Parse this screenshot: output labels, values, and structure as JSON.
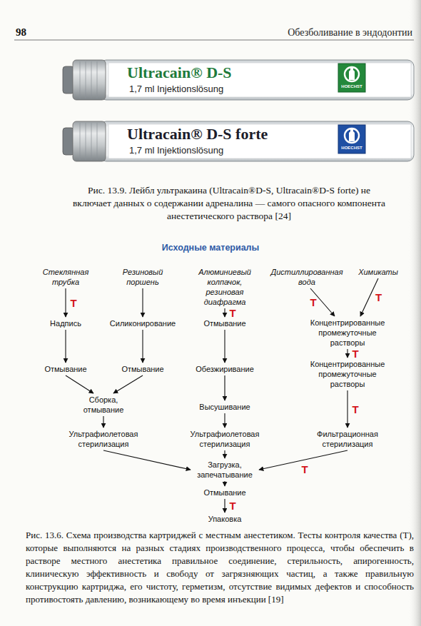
{
  "diagram": {
    "title": "Исходные материалы",
    "caption": "Рис. 13.6. Схема производства картриджей с местным анестетиком. Тесты контроля качества (Т), которые выполняются на разных стадиях производственного процесса, чтобы обеспечить в растворе местного анестетика правильное соединение, стерильность, апирогенность, клиническую эффективность и свободу от загрязняющих частиц, а также правильную конструкцию картриджа, его чистоту, герметизм, отсутствие видимых дефектов и способность противостоять давлению, возникающему во время инъекции [19]",
    "nodes": [
      {
        "text": [
          "Стеклянная трубка"
        ]
      },
      {
        "text": [
          "Резиновый поршень"
        ]
      },
      {
        "text": [
          "Алюминиевый колпачок, резиновая диафрагма"
        ]
      },
      {
        "text": [
          "Дистиллированная вода"
        ]
      },
      {
        "text": [
          "Химикаты"
        ]
      },
      {
        "text": [
          "Надпись"
        ]
      },
      {
        "text": [
          "Силиконирование"
        ]
      },
      {
        "text": [
          "Отмывание"
        ]
      },
      {
        "text": [
          "Концентрированные промежуточные растворы"
        ]
      },
      {
        "text": [
          "Отмывание"
        ]
      },
      {
        "text": [
          "Отмывание"
        ]
      },
      {
        "text": [
          "Обезжиривание"
        ]
      },
      {
        "text": [
          "Концентрированные промежуточные растворы"
        ]
      },
      {
        "text": [
          "Сборка, отмывание"
        ]
      },
      {
        "text": [
          "Высушивание"
        ]
      },
      {
        "text": [
          "Ультрафиолетовая стерилизация"
        ]
      },
      {
        "text": [
          "Ультрафиолетовая стерилизация"
        ]
      },
      {
        "text": [
          "Фильтрационная стерилизация"
        ]
      },
      {
        "text": [
          "Загрузка, запечатывание"
        ]
      },
      {
        "text": [
          "Отмывание"
        ]
      },
      {
        "text": [
          "Упаковка"
        ]
      }
    ],
    "edges": [
      {
        "from": 0,
        "to": 5,
        "arrow": "to",
        "label": "T"
      },
      {
        "from": 5,
        "to": 9,
        "arrow": "to"
      },
      {
        "from": 9,
        "to": 13,
        "arrow": "to"
      },
      {
        "from": 1,
        "to": 6,
        "arrow": "to"
      },
      {
        "from": 6,
        "to": 10,
        "arrow": "to"
      },
      {
        "from": 10,
        "to": 13,
        "arrow": "to"
      },
      {
        "from": 13,
        "to": 15,
        "arrow": "to"
      },
      {
        "from": 15,
        "to": 18,
        "arrow": "to"
      },
      {
        "from": 2,
        "to": 7,
        "arrow": "to",
        "label": "T"
      },
      {
        "from": 7,
        "to": 11,
        "arrow": "to"
      },
      {
        "from": 11,
        "to": 14,
        "arrow": "to"
      },
      {
        "from": 14,
        "to": 16,
        "arrow": "to"
      },
      {
        "from": 16,
        "to": 18,
        "arrow": "to"
      },
      {
        "from": 3,
        "to": 8,
        "arrow": "to",
        "label": "T"
      },
      {
        "from": 4,
        "to": 8,
        "arrow": "to",
        "label": "T"
      },
      {
        "from": 8,
        "to": 12,
        "arrow": "to",
        "label": "T"
      },
      {
        "from": 12,
        "to": 17,
        "arrow": "to",
        "label": "T"
      },
      {
        "from": 17,
        "to": 18,
        "arrow": "to",
        "label": "T"
      },
      {
        "from": 18,
        "to": 19,
        "arrow": "to"
      },
      {
        "from": 19,
        "to": 20,
        "arrow": "to",
        "label": "T"
      }
    ],
    "labels": [
      "98",
      "Обезболивание в эндодонтии",
      "Ultracain® D-S",
      "1,7 ml Injektionslösung",
      "HOECHST",
      "Ultracain® D-S forte",
      "1,7 ml Injektionslösung",
      "HOECHST",
      "Рис. 13.9. Лейбл ультракаина (Ultracain®D-S, Ultracain®D-S forte) не включает данных о содержании адреналина — самого опасного компонента анестетического раствора [24]"
    ]
  }
}
